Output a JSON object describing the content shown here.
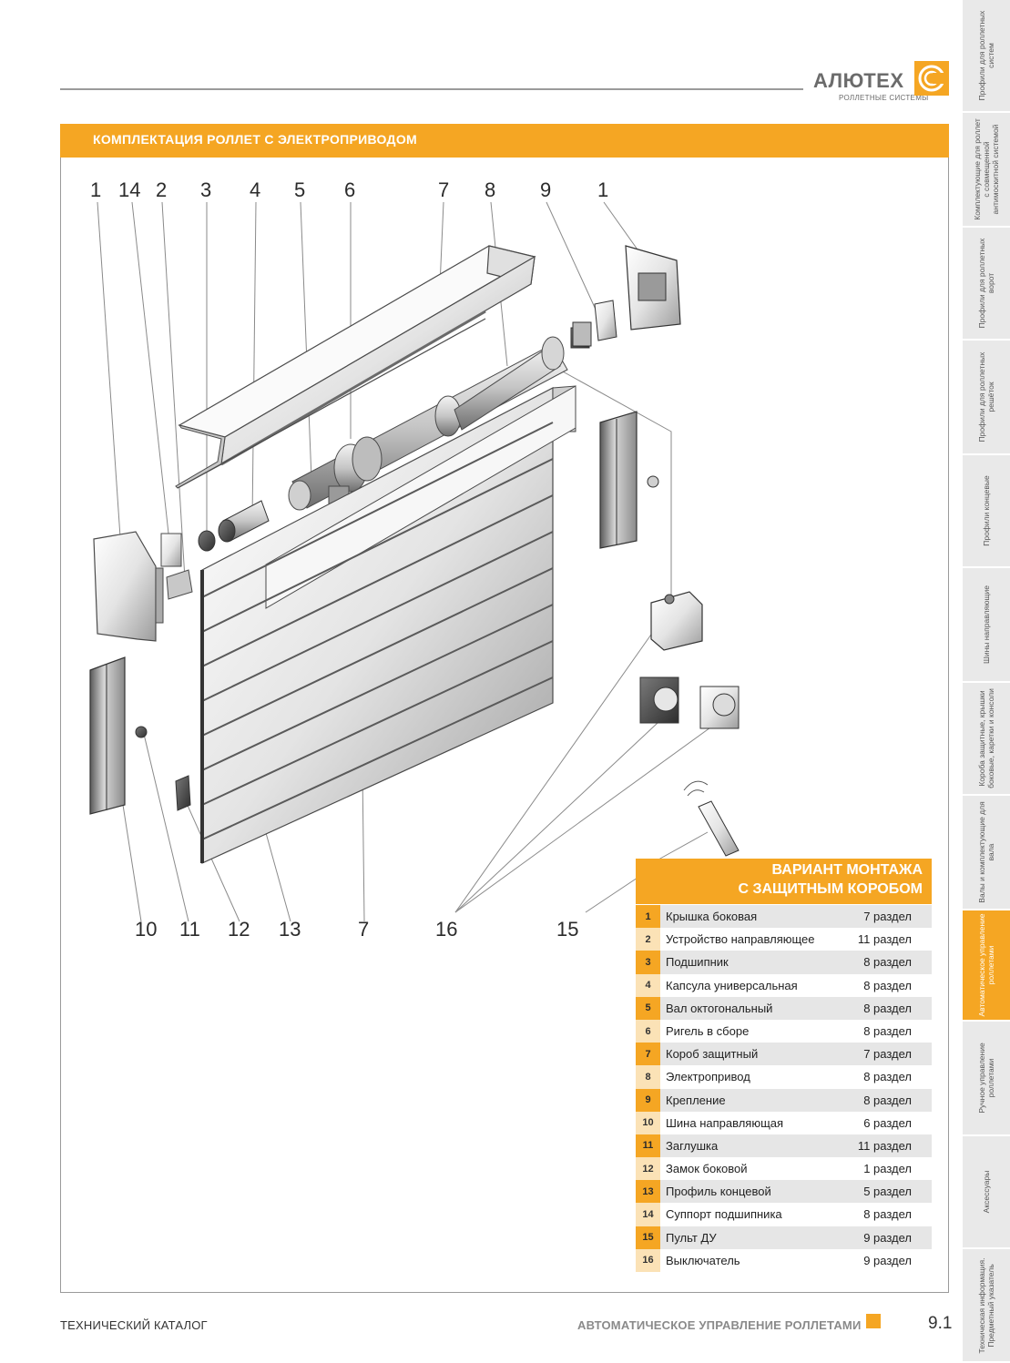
{
  "header": {
    "brand": "АЛЮТЕХ",
    "brand_sub": "РОЛЛЕТНЫЕ СИСТЕМЫ",
    "accent_color": "#f5a623"
  },
  "side_tabs": [
    {
      "label": "Профили для роллетных систем",
      "active": false
    },
    {
      "label": "Комплектующие для роллет с совмещенной антимоскитной системой",
      "active": false
    },
    {
      "label": "Профили для роллетных ворот",
      "active": false
    },
    {
      "label": "Профили для роллетных решёток",
      "active": false
    },
    {
      "label": "Профили концевые",
      "active": false
    },
    {
      "label": "Шины направляющие",
      "active": false
    },
    {
      "label": "Короба защитные, крышки боковые, каретки и консоли",
      "active": false
    },
    {
      "label": "Валы и комплектующие для вала",
      "active": false
    },
    {
      "label": "Автоматическое управление роллетами",
      "active": true
    },
    {
      "label": "Ручное управление роллетами",
      "active": false
    },
    {
      "label": "Аксессуары",
      "active": false
    },
    {
      "label": "Техническая информация. Предметный указатель",
      "active": false
    }
  ],
  "section_title": "КОМПЛЕКТАЦИЯ РОЛЛЕТ С ЭЛЕКТРОПРИВОДОМ",
  "diagram": {
    "callouts_top": [
      "1",
      "14",
      "2",
      "3",
      "4",
      "5",
      "6",
      "7",
      "8",
      "9",
      "1"
    ],
    "callouts_bottom": [
      "10",
      "11",
      "12",
      "13",
      "7",
      "16",
      "15"
    ]
  },
  "table": {
    "header_line1": "ВАРИАНТ МОНТАЖА",
    "header_line2": "С ЗАЩИТНЫМ КОРОБОМ",
    "rows": [
      {
        "num": "1",
        "name": "Крышка боковая",
        "section": "7 раздел"
      },
      {
        "num": "2",
        "name": "Устройство направляющее",
        "section": "11 раздел"
      },
      {
        "num": "3",
        "name": "Подшипник",
        "section": "8 раздел"
      },
      {
        "num": "4",
        "name": "Капсула универсальная",
        "section": "8 раздел"
      },
      {
        "num": "5",
        "name": "Вал октогональный",
        "section": "8 раздел"
      },
      {
        "num": "6",
        "name": "Ригель в сборе",
        "section": "8 раздел"
      },
      {
        "num": "7",
        "name": "Короб защитный",
        "section": "7 раздел"
      },
      {
        "num": "8",
        "name": "Электропривод",
        "section": "8 раздел"
      },
      {
        "num": "9",
        "name": "Крепление",
        "section": "8 раздел"
      },
      {
        "num": "10",
        "name": "Шина направляющая",
        "section": "6 раздел"
      },
      {
        "num": "11",
        "name": "Заглушка",
        "section": "11 раздел"
      },
      {
        "num": "12",
        "name": "Замок боковой",
        "section": "1 раздел"
      },
      {
        "num": "13",
        "name": "Профиль концевой",
        "section": "5 раздел"
      },
      {
        "num": "14",
        "name": "Суппорт подшипника",
        "section": "8 раздел"
      },
      {
        "num": "15",
        "name": "Пульт ДУ",
        "section": "9 раздел"
      },
      {
        "num": "16",
        "name": "Выключатель",
        "section": "9 раздел"
      }
    ]
  },
  "footer": {
    "left": "ТЕХНИЧЕСКИЙ КАТАЛОГ",
    "right": "АВТОМАТИЧЕСКОЕ УПРАВЛЕНИЕ РОЛЛЕТАМИ",
    "page": "9.1"
  }
}
